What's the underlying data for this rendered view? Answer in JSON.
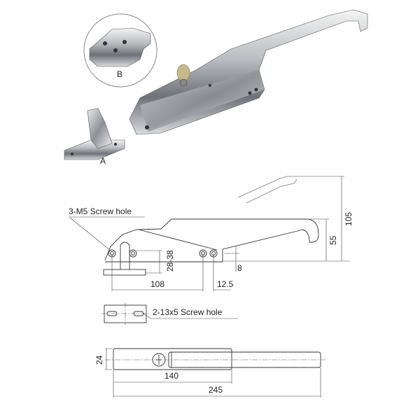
{
  "photo": {
    "label_a": "A",
    "label_b": "B"
  },
  "side_view": {
    "callout_screw": "3-M5  Screw hole",
    "dim_height_total": "105",
    "dim_height_handle": "55",
    "dim_range": "28-38",
    "dim_offset": "8",
    "dim_hole_spacing": "108",
    "dim_hole_pitch": "12.5"
  },
  "strike_view": {
    "callout_screw": "2-13x5  Screw hole"
  },
  "top_view": {
    "dim_width": "24",
    "dim_body_length": "140",
    "dim_total_length": "245"
  }
}
